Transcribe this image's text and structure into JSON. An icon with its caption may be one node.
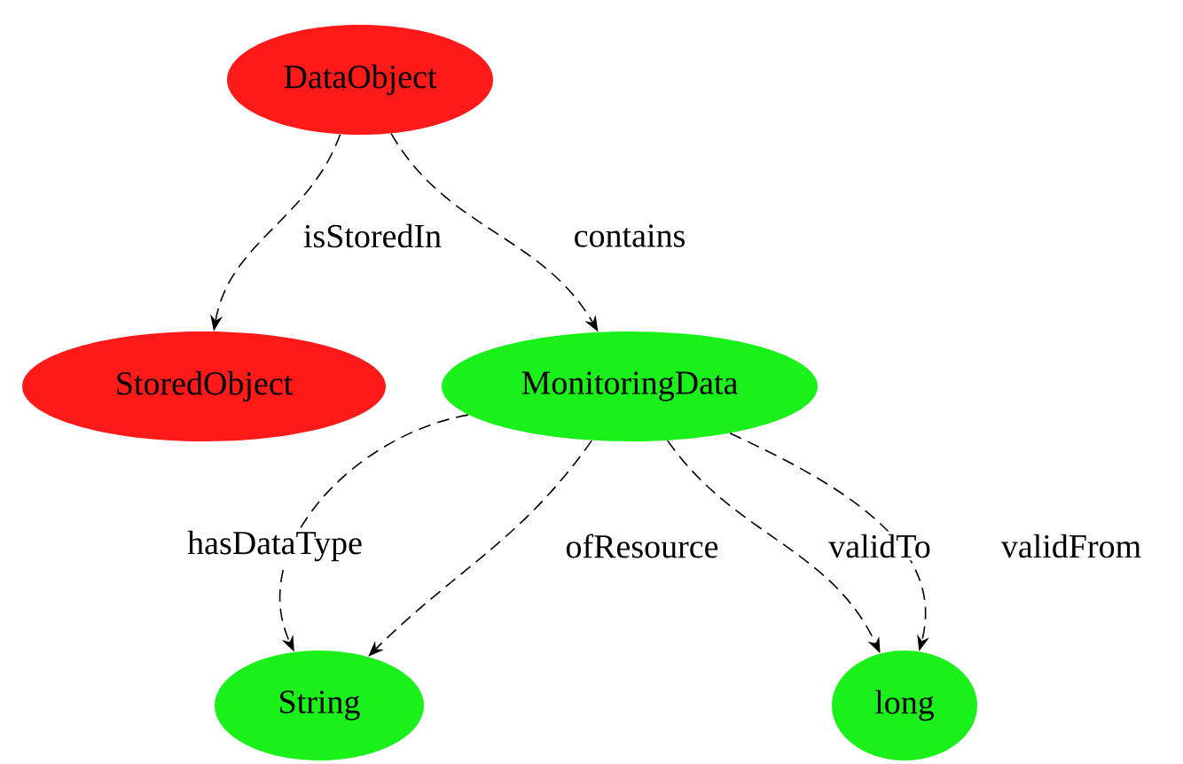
{
  "diagram": {
    "nodes": [
      {
        "text": [
          "DataObject"
        ]
      },
      {
        "text": [
          "StoredObject"
        ]
      },
      {
        "text": [
          "MonitoringData"
        ]
      },
      {
        "text": [
          "String"
        ]
      },
      {
        "text": [
          "long"
        ]
      }
    ],
    "edges": [
      {
        "from": 0,
        "to": 1,
        "arrow": "to",
        "label": "isStoredIn",
        "style": "dashed"
      },
      {
        "from": 0,
        "to": 2,
        "arrow": "to",
        "label": "contains",
        "style": "dashed"
      },
      {
        "from": 2,
        "to": 3,
        "arrow": "to",
        "label": "hasDataType",
        "style": "dashed"
      },
      {
        "from": 2,
        "to": 3,
        "arrow": "to",
        "label": "ofResource",
        "style": "dashed"
      },
      {
        "from": 2,
        "to": 4,
        "arrow": "to",
        "label": "validTo",
        "style": "dashed"
      },
      {
        "from": 2,
        "to": 4,
        "arrow": "to",
        "label": "validFrom",
        "style": "dashed"
      }
    ]
  }
}
